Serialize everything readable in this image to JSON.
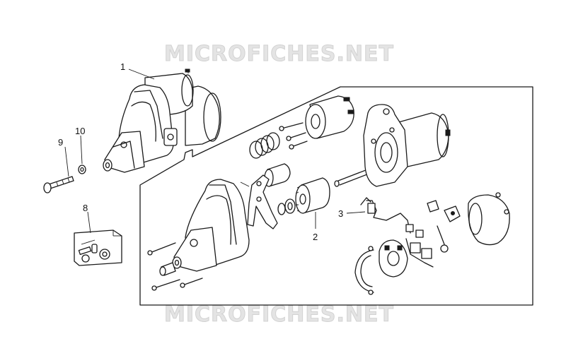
{
  "watermark": {
    "top": "MICROFICHES.NET",
    "bottom": "MICROFICHES.NET"
  },
  "callouts": {
    "c1": "1",
    "c2": "2",
    "c3": "3",
    "c8": "8",
    "c9": "9",
    "c10": "10"
  },
  "colors": {
    "line": "#1a1a1a",
    "watermark": "#e4e4e4",
    "background": "#ffffff"
  }
}
